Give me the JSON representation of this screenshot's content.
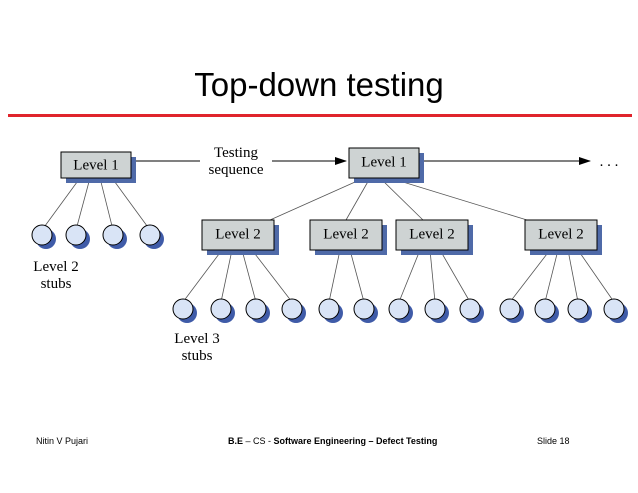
{
  "slide": {
    "title": "Top-down testing"
  },
  "diagram": {
    "nodes": {
      "top_left": "Level 1",
      "top_right": "Level 1",
      "level2": [
        "Level 2",
        "Level 2",
        "Level 2",
        "Level 2"
      ]
    },
    "labels": {
      "testing_line1": "Testing",
      "testing_line2": "sequence",
      "ellipsis": ". . .",
      "level2_stubs_line1": "Level 2",
      "level2_stubs_line2": "stubs",
      "level3_stubs_line1": "Level 3",
      "level3_stubs_line2": "stubs"
    },
    "colors": {
      "box_fill": "#ced3d3",
      "box_shadow": "#4f6aa8",
      "stub_fill": "#d9e4f6",
      "stub_shadow": "#3f5ba8",
      "rule": "#e0242c"
    }
  },
  "footer": {
    "author": "Nitin V Pujari",
    "center_prefix": "B.E",
    "center_mid": " – CS - ",
    "center_course": "Software Engineering – Defect Testing",
    "slide": "Slide  18"
  }
}
